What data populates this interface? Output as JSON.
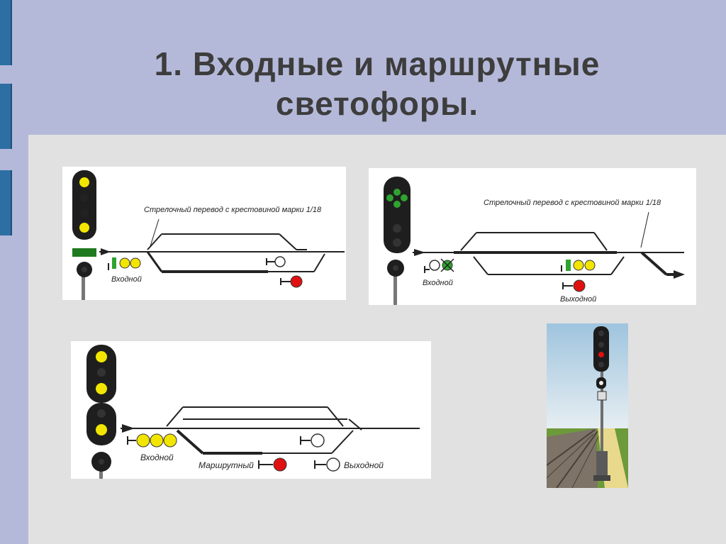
{
  "slide": {
    "title_line1": "1. Входные и маршрутные",
    "title_line2": "светофоры."
  },
  "diagrams": {
    "d1": {
      "switch_caption": "Стрелочный перевод с крестовиной марки 1/18",
      "entry_label": "Входной"
    },
    "d2": {
      "switch_caption": "Стрелочный перевод с крестовиной марки 1/18",
      "entry_label": "Входной",
      "exit_label": "Выходной"
    },
    "d3": {
      "entry_label": "Входной",
      "route_label": "Маршрутный",
      "exit_label": "Выходной"
    }
  },
  "colors": {
    "header_bg": "#b5b9d9",
    "content_bg": "#e1e1e1",
    "rail_tab": "#2e6fa3",
    "signal_yellow": "#f2e600",
    "signal_green": "#2fa32f",
    "signal_red": "#e01010",
    "signal_head": "#1e1e1e"
  }
}
